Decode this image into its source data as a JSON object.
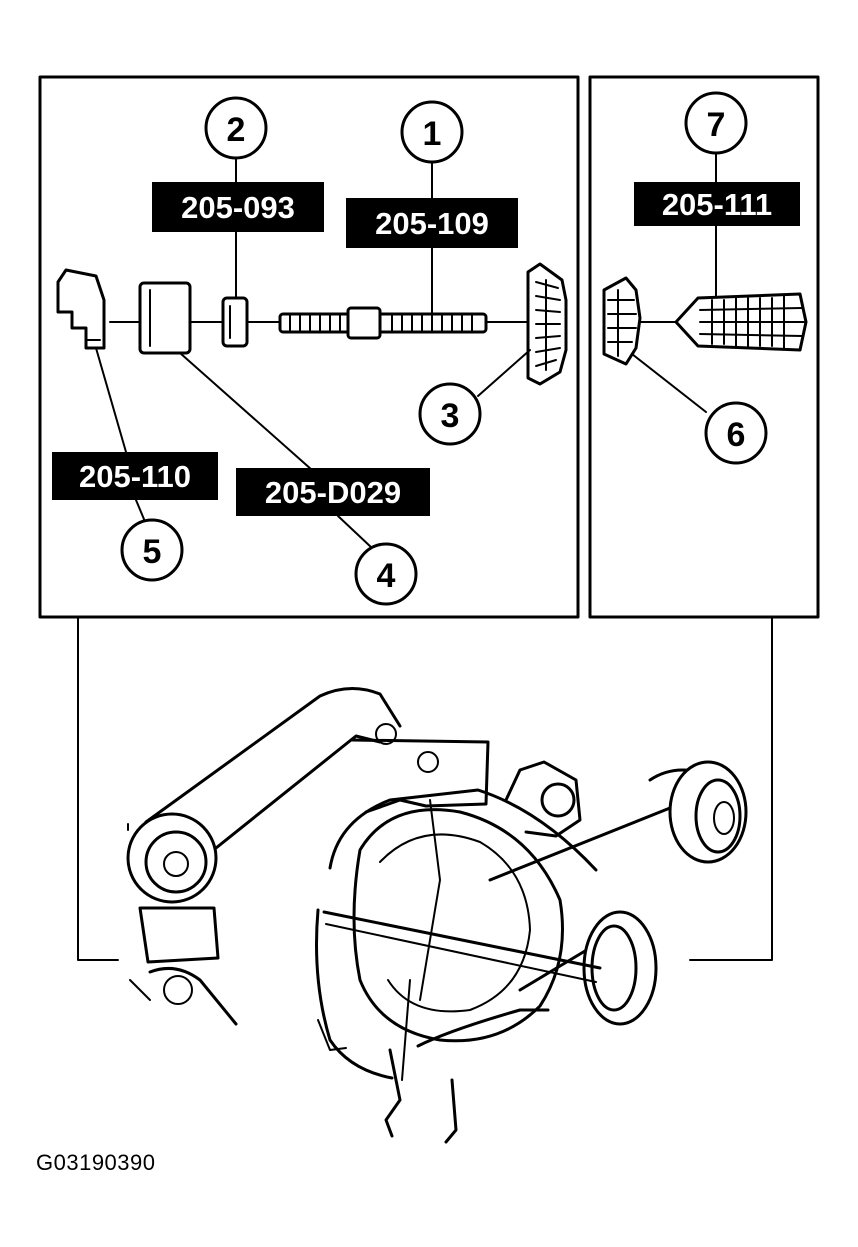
{
  "callouts": [
    "1",
    "2",
    "3",
    "4",
    "5",
    "6",
    "7"
  ],
  "tool_numbers": {
    "1": "205-109",
    "2": "205-093",
    "4": "205-D029",
    "5": "205-110",
    "7": "205-111"
  },
  "figure_id": "G03190390",
  "colors": {
    "ink": "#000000",
    "paper": "#ffffff"
  }
}
